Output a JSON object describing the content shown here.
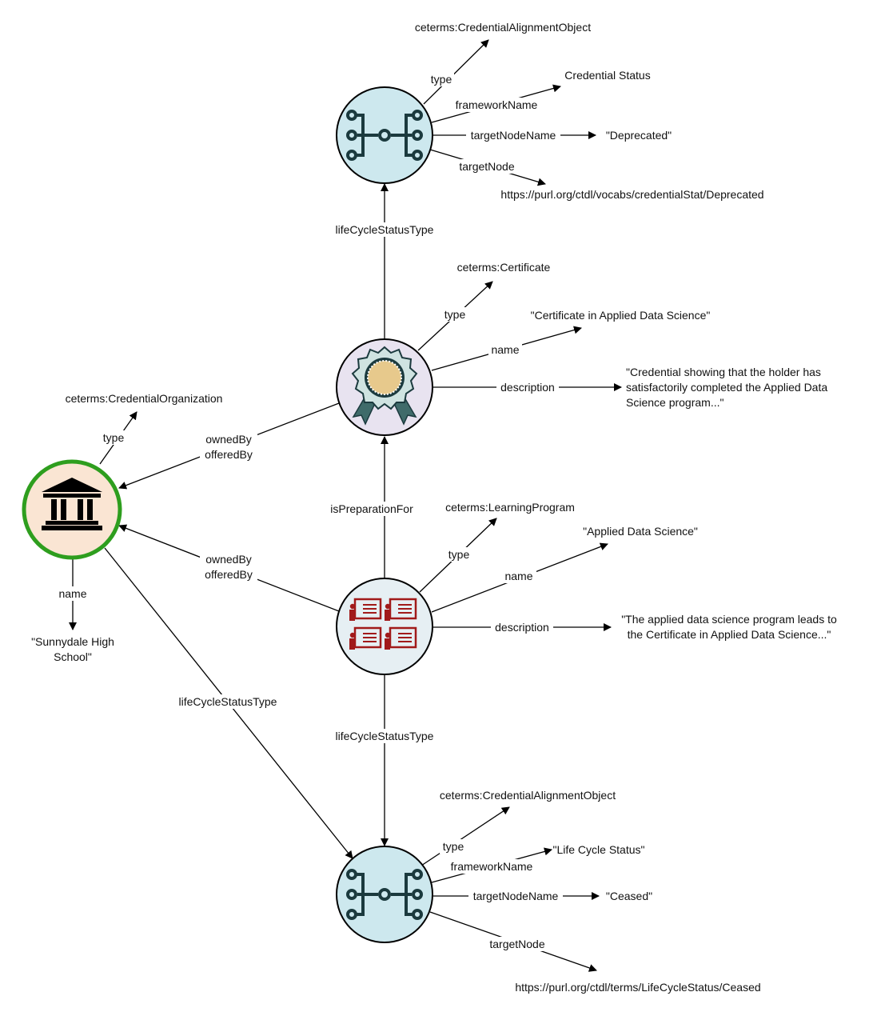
{
  "colors": {
    "org_fill": "#fae5d3",
    "org_stroke": "#2e9e1e",
    "cert_fill": "#e8e3f0",
    "program_fill": "#e6eff3",
    "alignment_fill": "#cde8ee",
    "icon_dark": "#1b3a3e",
    "program_icon": "#a11a1a",
    "seal_gold": "#e7c98c"
  },
  "nodes": {
    "organization": {
      "icon": "institution-building-icon",
      "type_value": "ceterms:CredentialOrganization",
      "name_value_line1": "\"Sunnydale High",
      "name_value_line2": "School\""
    },
    "certificate": {
      "icon": "certificate-seal-icon",
      "type_value": "ceterms:Certificate",
      "name_value": "\"Certificate in Applied Data Science\"",
      "description_line1": "\"Credential showing that the holder has",
      "description_line2": "satisfactorily completed the Applied Data",
      "description_line3": "Science program...\""
    },
    "program": {
      "icon": "learning-program-icon",
      "type_value": "ceterms:LearningProgram",
      "name_value": "\"Applied Data Science\"",
      "description_line1": "\"The applied data science program leads to",
      "description_line2": "the Certificate in Applied Data Science...\""
    },
    "alignment_top": {
      "icon": "alignment-tree-icon",
      "type_value": "ceterms:CredentialAlignmentObject",
      "framework_name_value": "Credential Status",
      "target_node_name_value": "\"Deprecated\"",
      "target_node_value": "https://purl.org/ctdl/vocabs/credentialStat/Deprecated"
    },
    "alignment_bottom": {
      "icon": "alignment-tree-icon",
      "type_value": "ceterms:CredentialAlignmentObject",
      "framework_name_value": "\"Life Cycle Status\"",
      "target_node_name_value": "\"Ceased\"",
      "target_node_value": "https://purl.org/ctdl/terms/LifeCycleStatus/Ceased"
    }
  },
  "edges": {
    "type": "type",
    "name": "name",
    "description": "description",
    "framework_name": "frameworkName",
    "target_node_name": "targetNodeName",
    "target_node": "targetNode",
    "life_cycle_status_type": "lifeCycleStatusType",
    "owned_by": "ownedBy",
    "offered_by": "offeredBy",
    "is_preparation_for": "isPreparationFor"
  }
}
